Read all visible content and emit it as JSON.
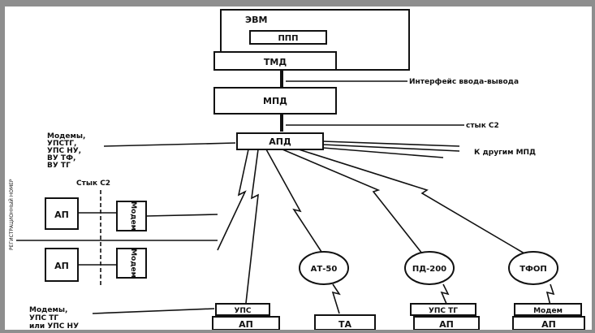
{
  "diagram": {
    "evm": "ЭВМ",
    "ppp": "ППП",
    "tmd": "ТМД",
    "mpd": "МПД",
    "apd": "АПД",
    "io_interface": "Интерфейс ввода-вывода",
    "stik_c2_right": "стык С2",
    "to_other_mpd": "К другим МПД",
    "modems_top": [
      "Модемы,",
      "УПСТГ,",
      "УПС НУ,",
      "ВУ ТФ,",
      "ВУ ТГ"
    ],
    "stik_c2_left": "Стык С2",
    "ap_left_1": "АП",
    "ap_left_2": "АП",
    "modem_left_1": "Модем",
    "modem_left_2": "Модем",
    "side_note": "РЕГИСТРАЦИОННЫЙ НОМЕР",
    "circles": [
      "АТ-50",
      "ПД-200",
      "ТФОП"
    ],
    "modems_bottom": [
      "Модемы,",
      "УПС ТГ",
      "или УПС НУ"
    ],
    "ups": "УПС",
    "ups_tg": "УПС ТГ",
    "modem_bottom": "Модем",
    "bottom_terminals": [
      "АП",
      "ТА",
      "АП",
      "АП"
    ]
  }
}
